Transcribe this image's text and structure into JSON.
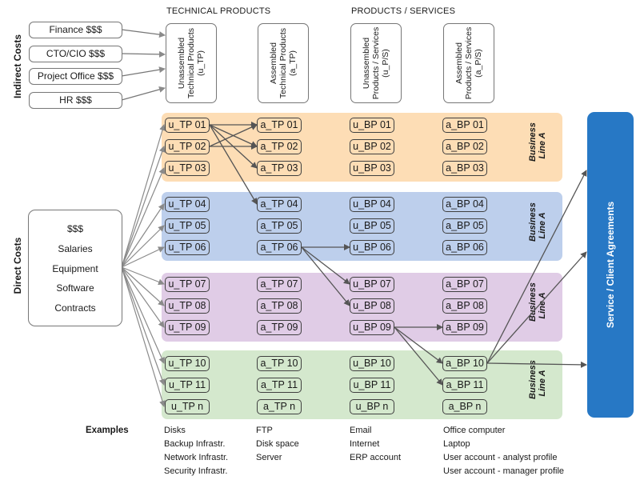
{
  "side_labels": {
    "indirect": "Indirect Costs",
    "direct": "Direct Costs"
  },
  "indirect_costs": [
    "Finance $$$",
    "CTO/CIO $$$",
    "Project Office $$$",
    "HR $$$"
  ],
  "column_titles": {
    "technical": "TECHNICAL PRODUCTS",
    "products": "PRODUCTS / SERVICES"
  },
  "product_headers": [
    "Unassembled Technical Products (u_TP)",
    "Assembled Technical Products (a_TP)",
    "Unassembled Products / Services (u_P/S)",
    "Assembled Products / Services (a_P/S)"
  ],
  "business_line_labels": [
    "Business Line A",
    "Business Line A",
    "Business Line A",
    "Business Line A"
  ],
  "colors": {
    "band1": "#fdddb5",
    "band2": "#bdcfec",
    "band3": "#e0cce6",
    "band4": "#d4e8cd",
    "sla": "#2778c5",
    "node_border": "#3f3f3f",
    "arrow": "#555555"
  },
  "rows": [
    [
      "u_TP 01",
      "a_TP 01",
      "u_BP 01",
      "a_BP 01"
    ],
    [
      "u_TP 02",
      "a_TP 02",
      "u_BP 02",
      "a_BP 02"
    ],
    [
      "u_TP 03",
      "a_TP 03",
      "u_BP 03",
      "a_BP 03"
    ],
    [
      "u_TP 04",
      "a_TP 04",
      "u_BP 04",
      "a_BP 04"
    ],
    [
      "u_TP 05",
      "a_TP 05",
      "u_BP 05",
      "a_BP 05"
    ],
    [
      "u_TP 06",
      "a_TP 06",
      "u_BP 06",
      "a_BP 06"
    ],
    [
      "u_TP 07",
      "a_TP 07",
      "u_BP 07",
      "a_BP 07"
    ],
    [
      "u_TP 08",
      "a_TP 08",
      "u_BP 08",
      "a_BP 08"
    ],
    [
      "u_TP 09",
      "a_TP 09",
      "u_BP 09",
      "a_BP 09"
    ],
    [
      "u_TP 10",
      "a_TP 10",
      "u_BP 10",
      "a_BP 10"
    ],
    [
      "u_TP 11",
      "a_TP 11",
      "u_BP 11",
      "a_BP 11"
    ],
    [
      "u_TP n",
      "a_TP n",
      "u_BP n",
      "a_BP n"
    ]
  ],
  "direct_costs": [
    "$$$",
    "Salaries",
    "Equipment",
    "Software",
    "Contracts"
  ],
  "sla_label": "Service / Client Agreements",
  "examples": {
    "heading": "Examples",
    "columns": [
      [
        "Disks",
        "Backup Infrastr.",
        "Network Infrastr.",
        "Security Infrastr."
      ],
      [
        "FTP",
        "Disk space",
        "Server"
      ],
      [
        "Email",
        "Internet",
        "ERP account"
      ],
      [
        "Office computer",
        "Laptop",
        "User account - analyst profile",
        "User account - manager profile"
      ]
    ]
  }
}
